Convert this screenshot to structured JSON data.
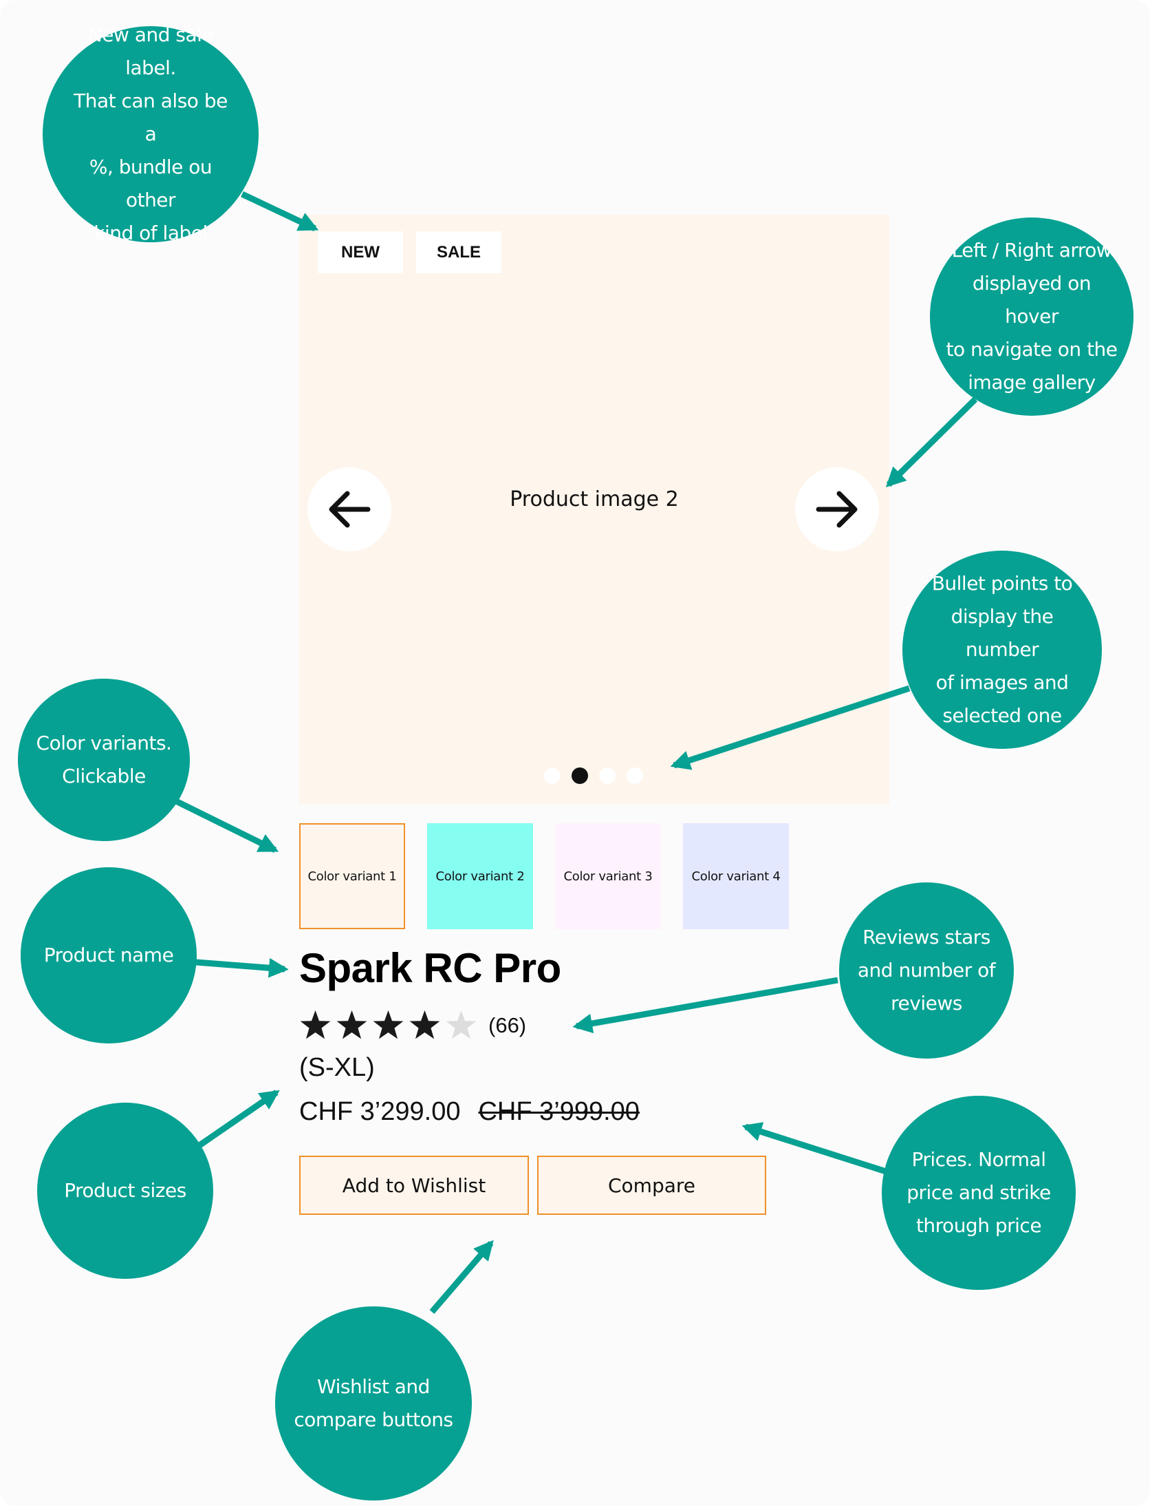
{
  "badges": {
    "new": "NEW",
    "sale": "SALE"
  },
  "gallery": {
    "image_label": "Product image 2",
    "left_arrow_icon": "arrow-left-icon",
    "right_arrow_icon": "arrow-right-icon",
    "image_count": 4,
    "selected_index": 2
  },
  "variants": [
    {
      "label": "Color variant 1",
      "color": "#fef5ec",
      "selected": true
    },
    {
      "label": "Color variant 2",
      "color": "#85fdf0",
      "selected": false
    },
    {
      "label": "Color variant 3",
      "color": "#fdf2fd",
      "selected": false
    },
    {
      "label": "Color variant 4",
      "color": "#e4e8ff",
      "selected": false
    }
  ],
  "product": {
    "name": "Spark RC Pro",
    "rating": 4,
    "rating_max": 5,
    "review_count": "(66)",
    "sizes": "(S-XL)",
    "price": "CHF 3’299.00",
    "old_price": "CHF 3’999.00"
  },
  "actions": {
    "wishlist": "Add to Wishlist",
    "compare": "Compare"
  },
  "callouts": {
    "labels": [
      "New and sale label.",
      "That can also be a",
      "%, bundle ou other",
      "kind of label"
    ],
    "arrows": [
      "Left / Right arrow",
      "displayed on hover",
      "to navigate on the",
      "image gallery"
    ],
    "bullets": [
      "Bullet points to",
      "display the number",
      "of images and",
      "selected one"
    ],
    "variants": [
      "Color variants.",
      "Clickable"
    ],
    "name": [
      "Product name"
    ],
    "reviews": [
      "Reviews stars",
      "and number of",
      "reviews"
    ],
    "sizes": [
      "Product sizes"
    ],
    "prices": [
      "Prices. Normal",
      "price and strike",
      "through price"
    ],
    "buttons": [
      "Wishlist and",
      "compare buttons"
    ]
  },
  "colors": {
    "callout": "#06a192",
    "gallery_bg": "#fef5ec",
    "accent_border": "#f0902a",
    "star_filled": "#1a1a1a",
    "star_empty": "#dddddd"
  }
}
